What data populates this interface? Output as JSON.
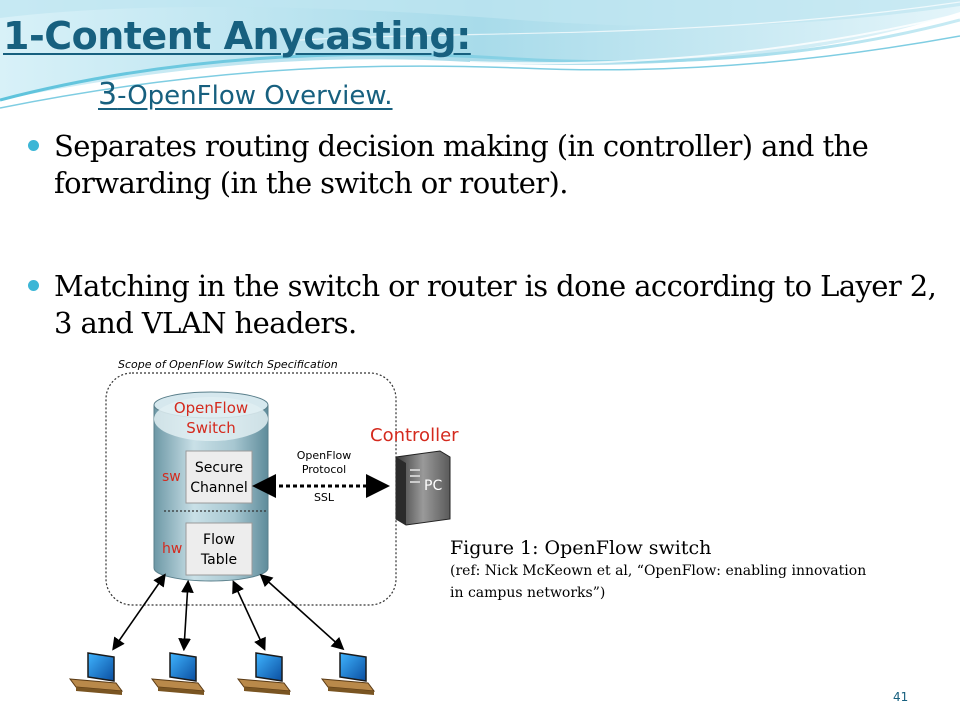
{
  "slide": {
    "title": "1-Content Anycasting:",
    "subtitle_number": "3",
    "subtitle_text": "-OpenFlow Overview.",
    "bullets": [
      {
        "text": "Separates routing decision making (in controller) and the forwarding (in the switch or router)."
      },
      {
        "text": "Matching in the switch or router is done according to Layer 2, 3 and VLAN headers."
      }
    ],
    "page_number": "41"
  },
  "figure": {
    "scope_label": "Scope of OpenFlow Switch Specification",
    "switch_label_line1": "OpenFlow",
    "switch_label_line2": "Switch",
    "sw_label": "sw",
    "hw_label": "hw",
    "secure_channel_line1": "Secure",
    "secure_channel_line2": "Channel",
    "flow_table_line1": "Flow",
    "flow_table_line2": "Table",
    "protocol_line1": "OpenFlow",
    "protocol_line2": "Protocol",
    "protocol_line3": "SSL",
    "controller_label": "Controller",
    "pc_label": "PC",
    "caption_title": "Figure 1: OpenFlow switch",
    "caption_ref_line1": "(ref: Nick McKeown et al, “OpenFlow: enabling innovation",
    "caption_ref_line2": "in campus networks”)"
  },
  "colors": {
    "title": "#17607f",
    "bullet_dot": "#3cb6d6",
    "figure_red": "#d42a1e",
    "cylinder": "#9fc4d0"
  }
}
